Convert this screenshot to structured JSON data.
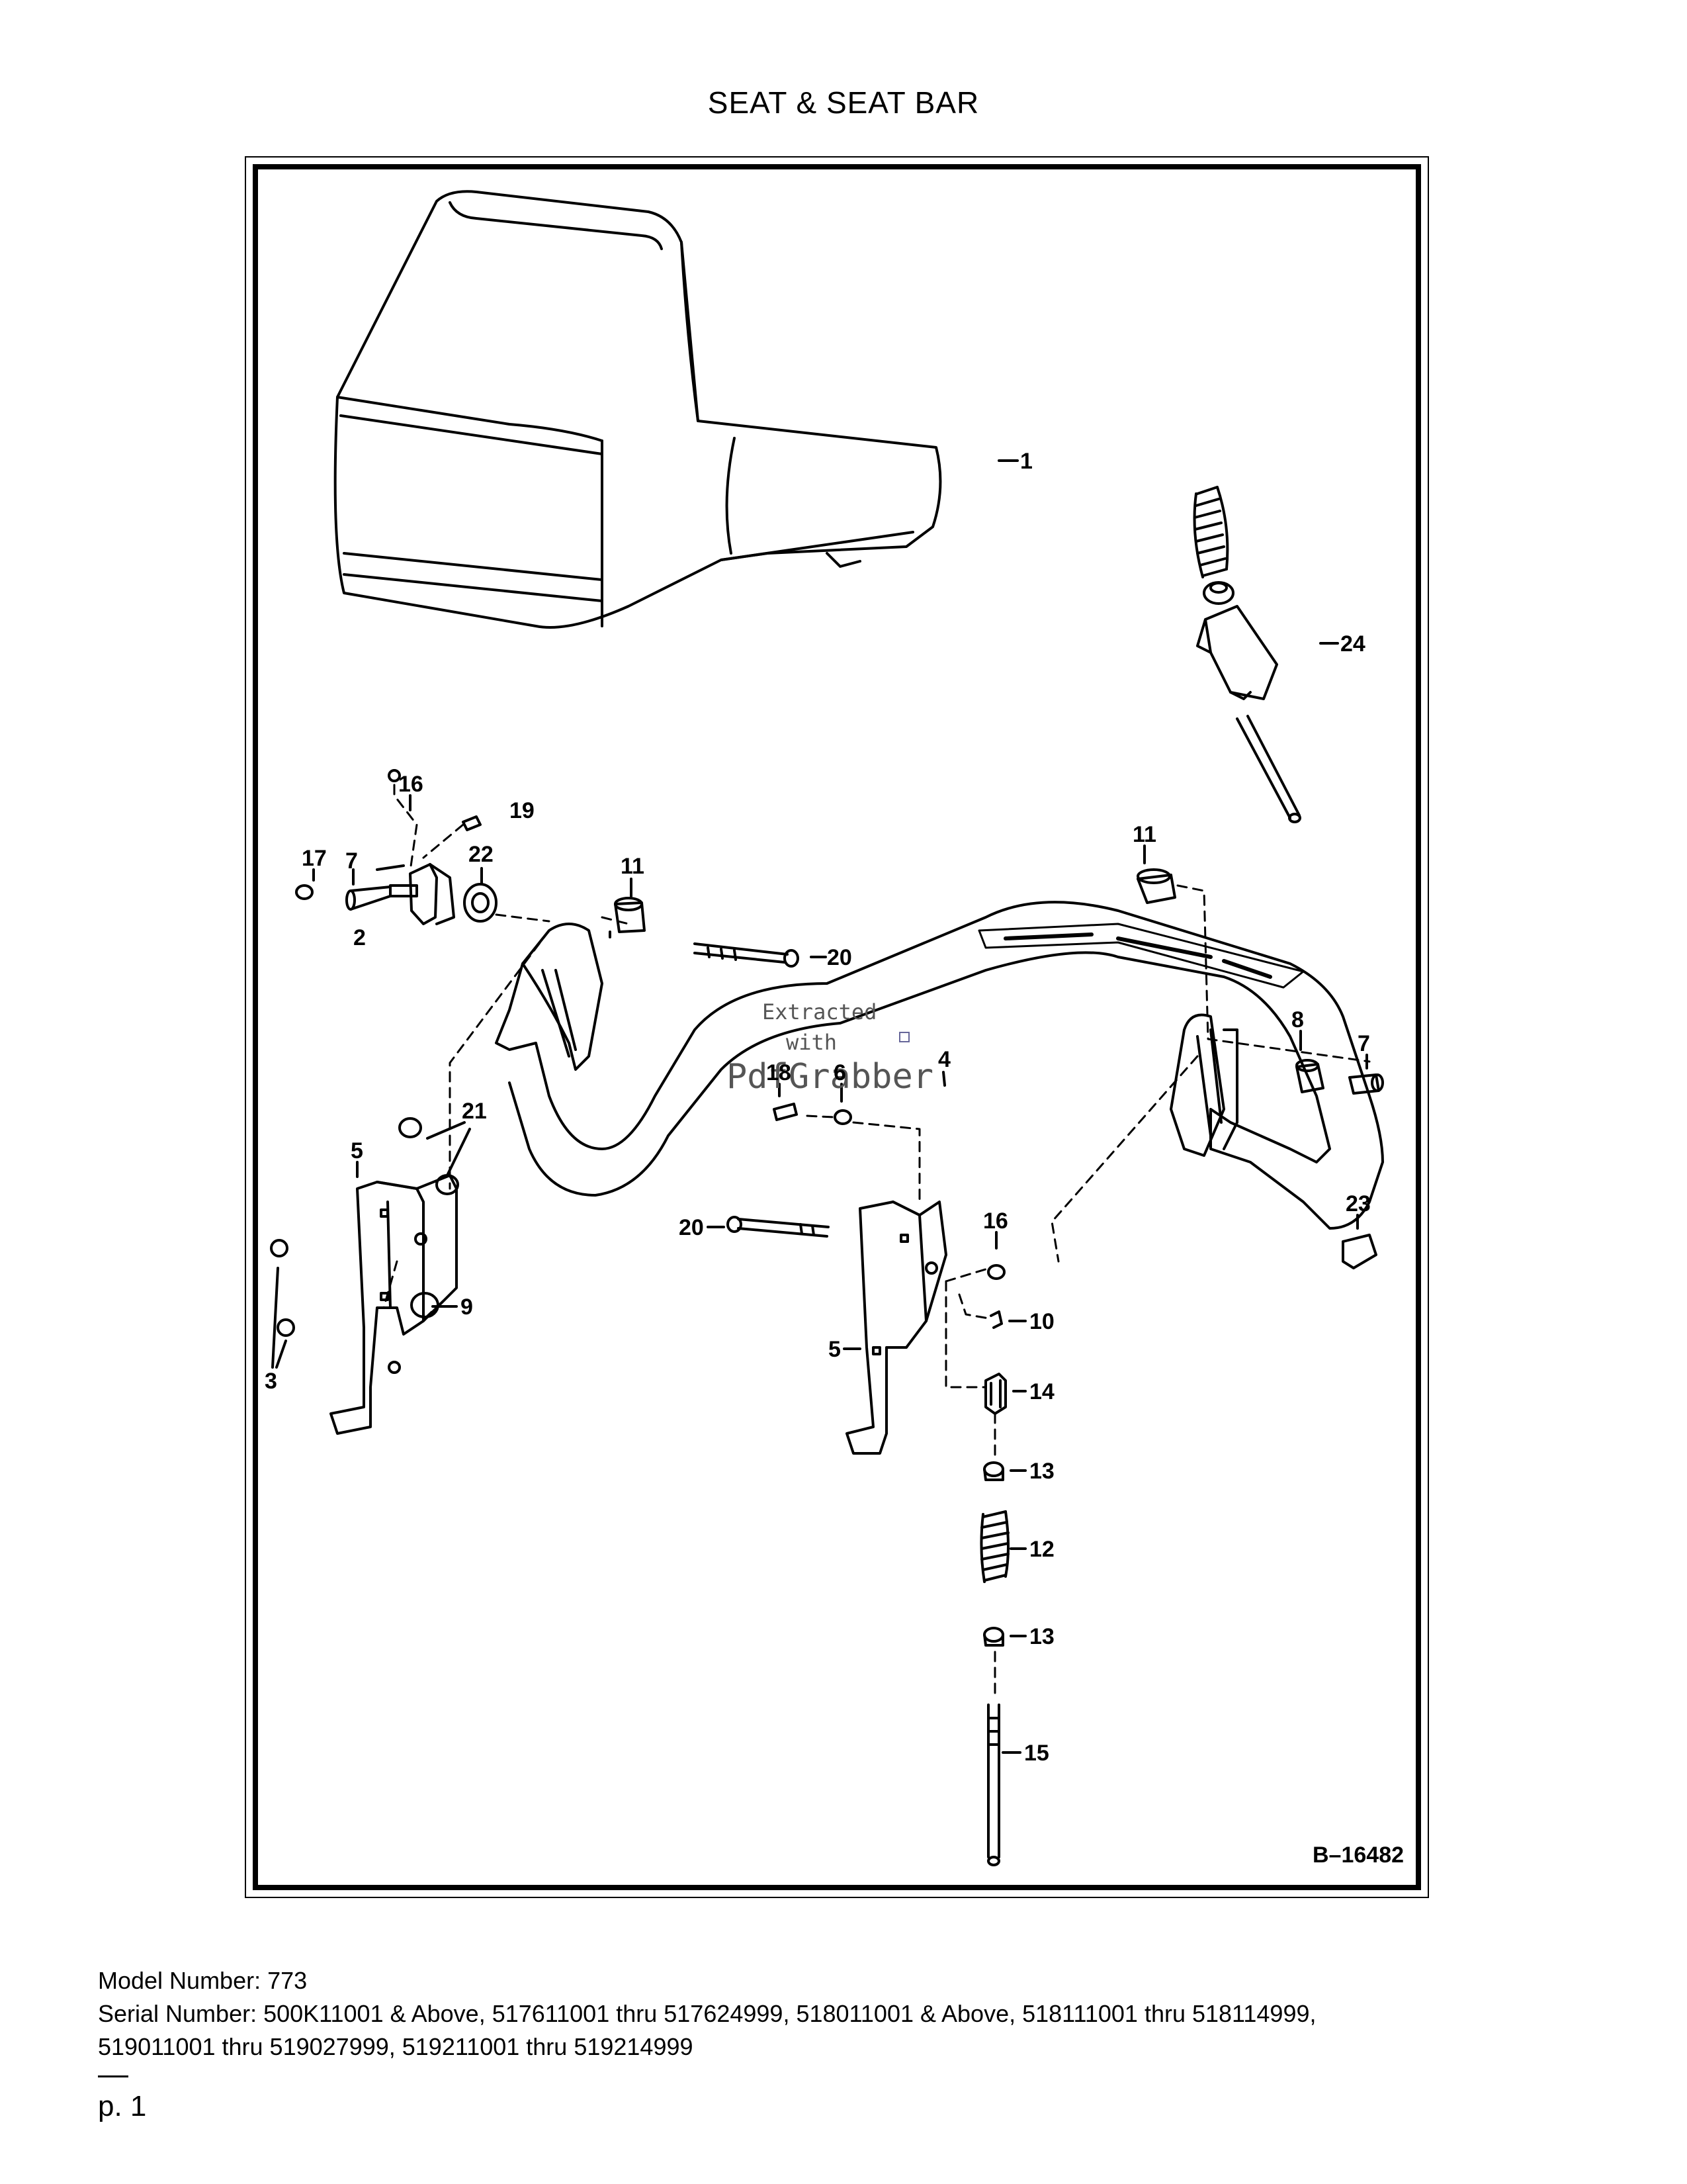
{
  "page": {
    "title": "SEAT & SEAT BAR",
    "page_number": "p. 1"
  },
  "diagram": {
    "figure_id": "B–16482",
    "watermark": [
      "Extracted",
      "with",
      "PdfGrabber"
    ],
    "callouts": {
      "c1": "1",
      "c24": "24",
      "c16a": "16",
      "c19": "19",
      "c17": "17",
      "c7a": "7",
      "c22": "22",
      "c2": "2",
      "c11a": "11",
      "c20a": "20",
      "c11b": "11",
      "c4": "4",
      "c8": "8",
      "c7b": "7",
      "c21": "21",
      "c5a": "5",
      "c18": "18",
      "c6": "6",
      "c23": "23",
      "c20b": "20",
      "c16b": "16",
      "c9": "9",
      "c5b": "5",
      "c10": "10",
      "c3": "3",
      "c14": "14",
      "c13a": "13",
      "c12": "12",
      "c13b": "13",
      "c15": "15"
    }
  },
  "footer": {
    "model_line": "Model Number: 773",
    "serial_line_1": "Serial Number: 500K11001 & Above, 517611001 thru 517624999, 518011001 & Above, 518111001 thru 518114999,",
    "serial_line_2": "519011001 thru 519027999, 519211001 thru 519214999"
  }
}
